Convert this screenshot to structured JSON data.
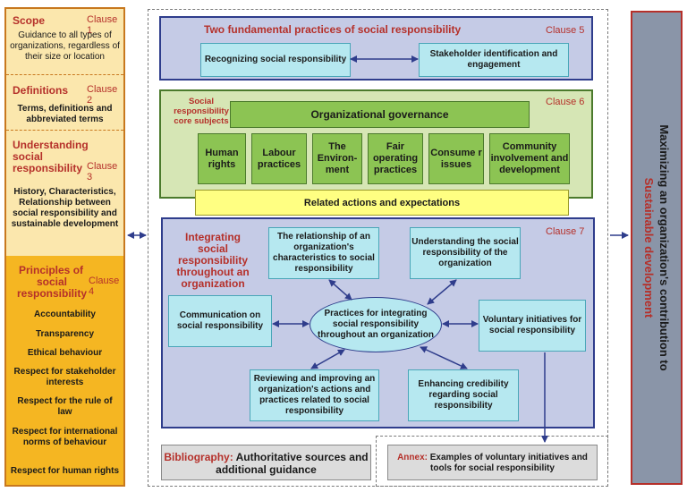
{
  "left": {
    "scope": {
      "title": "Scope",
      "clause": "Clause 1",
      "text": "Guidance to all types of organizations, regardless of their size or location"
    },
    "definitions": {
      "title": "Definitions",
      "clause": "Clause 2",
      "text": "Terms, definitions and abbreviated terms"
    },
    "understanding": {
      "title_1": "Understanding",
      "title_2": "social",
      "title_3": "responsibility",
      "clause": "Clause 3",
      "text": "History, Characteristics, Relationship between social responsibility and sustainable development"
    },
    "principles": {
      "title_1": "Principles of",
      "title_2": "social",
      "title_3": "responsibility",
      "clause": "Clause 4",
      "items": [
        "Accountability",
        "Transparency",
        "Ethical behaviour",
        "Respect for stakeholder interests",
        "Respect for the rule of law",
        "Respect for international norms of behaviour",
        "Respect for human rights"
      ]
    }
  },
  "clause5": {
    "title": "Two  fundamental practices of social responsibility",
    "clause": "Clause 5",
    "box_a": "Recognizing social responsibility",
    "box_b": "Stakeholder identification and engagement"
  },
  "clause6": {
    "label": "Social responsibility core subjects",
    "clause": "Clause 6",
    "governance": "Organizational governance",
    "subjects": [
      "Human rights",
      "Labour practices",
      "The Environ-ment",
      "Fair operating practices",
      "Consume r issues",
      "Community involvement and development"
    ],
    "related": "Related actions and expectations"
  },
  "clause7": {
    "title": "Integrating social responsibility throughout an organization",
    "clause": "Clause 7",
    "center": "Practices for integrating social responsibility throughout an organization",
    "relationship": "The relationship of an organization's characteristics to social responsibility",
    "understanding": "Understanding the social responsibility of the organization",
    "communication": "Communication on social responsibility",
    "voluntary": "Voluntary initiatives for social responsibility",
    "reviewing": "Reviewing and improving an organization's actions and practices related to social responsibility",
    "credibility": "Enhancing credibility regarding social responsibility"
  },
  "bibliography": {
    "label": "Bibliography:",
    "text": "Authoritative sources and additional guidance"
  },
  "annex": {
    "label": "Annex:",
    "text": "Examples of voluntary initiatives and tools for social responsibility"
  },
  "right": {
    "line1": "Maximizing an organization's contribution to",
    "line2": "Sustainable  development"
  },
  "colors": {
    "accent_red": "#b5302a",
    "navy": "#2f3d8c",
    "cyan": "#b6e8f0",
    "green": "#8cc453",
    "yellow": "#ffff82",
    "orange": "#f5b622"
  }
}
